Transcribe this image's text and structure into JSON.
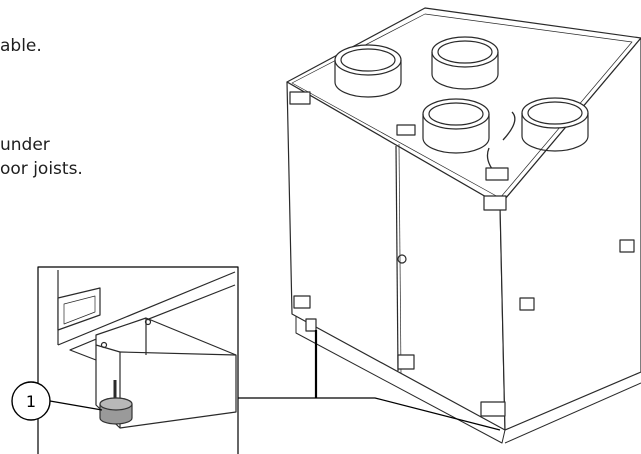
{
  "text": {
    "line1": "able.",
    "line2": "under",
    "line3": "oor joists."
  },
  "callout": {
    "number": "1"
  }
}
